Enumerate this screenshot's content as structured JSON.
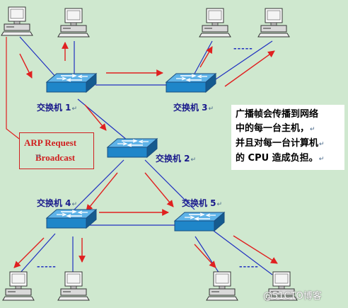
{
  "switches": [
    {
      "id": "sw1",
      "label": "交换机 1"
    },
    {
      "id": "sw2",
      "label": "交换机 2"
    },
    {
      "id": "sw3",
      "label": "交换机 3"
    },
    {
      "id": "sw4",
      "label": "交换机 4"
    },
    {
      "id": "sw5",
      "label": "交换机 5"
    }
  ],
  "paragraph_mark": "↵",
  "ellipsis": "-----",
  "arp_box": {
    "line1": "ARP Request",
    "line2": "Broadcast"
  },
  "note": {
    "line1": "广播帧会传播到网络",
    "line2": "中的每一台主机，",
    "line3": "并且对每一台计算机",
    "line4": "的 CPU 造成负担。"
  },
  "watermark": "@51CTO博客",
  "colors": {
    "background": "#cfe8cf",
    "link": "#2030c0",
    "arrow": "#e02020",
    "switch_fill": "#1f86c9",
    "label_text": "#1a1a8c"
  }
}
